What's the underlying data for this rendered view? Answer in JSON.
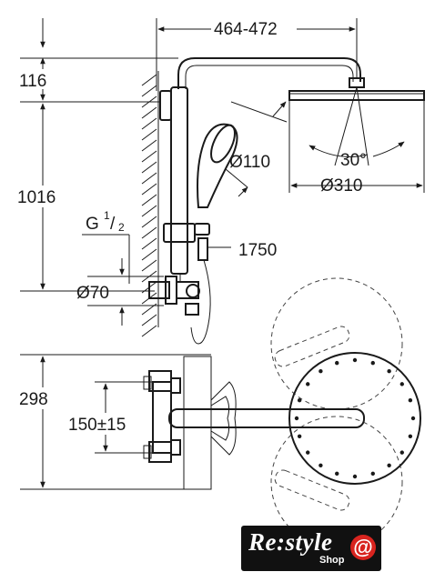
{
  "dimensions": {
    "arm_reach": "464-472",
    "top_height": "116",
    "total_height": "1016",
    "connection_thread": "G",
    "thread_num": "1",
    "thread_den": "2",
    "rosette_diameter": "Ø70",
    "handshower_diameter": "Ø110",
    "hose_length": "1750",
    "head_angle": "30°",
    "head_diameter": "Ø310",
    "depth": "298",
    "centres": "150±15"
  },
  "logo": {
    "main": "Re:style",
    "sub": "Shop",
    "mark": "@",
    "colors": {
      "background": "#111111",
      "accent": "#d8241f"
    }
  }
}
